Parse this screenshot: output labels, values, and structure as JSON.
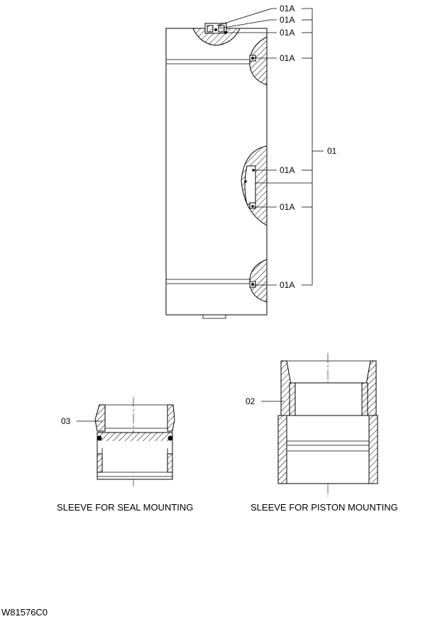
{
  "callouts": {
    "a1": "01A",
    "a2": "01A",
    "a3": "01A",
    "a4": "01A",
    "a5": "01A",
    "a6": "01A",
    "a7": "01A",
    "assembly": "01",
    "seal_sleeve": "03",
    "piston_sleeve": "02"
  },
  "captions": {
    "seal_mounting": "SLEEVE FOR SEAL MOUNTING",
    "piston_mounting": "SLEEVE FOR PISTON MOUNTING"
  },
  "drawing_code": "W81576C0"
}
